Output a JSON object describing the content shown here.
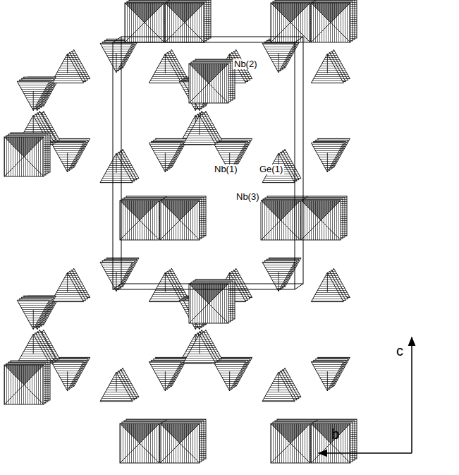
{
  "diagram": {
    "labels": [
      "Nb(2)",
      "Nb(1)",
      "Ge(1)",
      "Nb(3)",
      "c",
      "b"
    ]
  }
}
